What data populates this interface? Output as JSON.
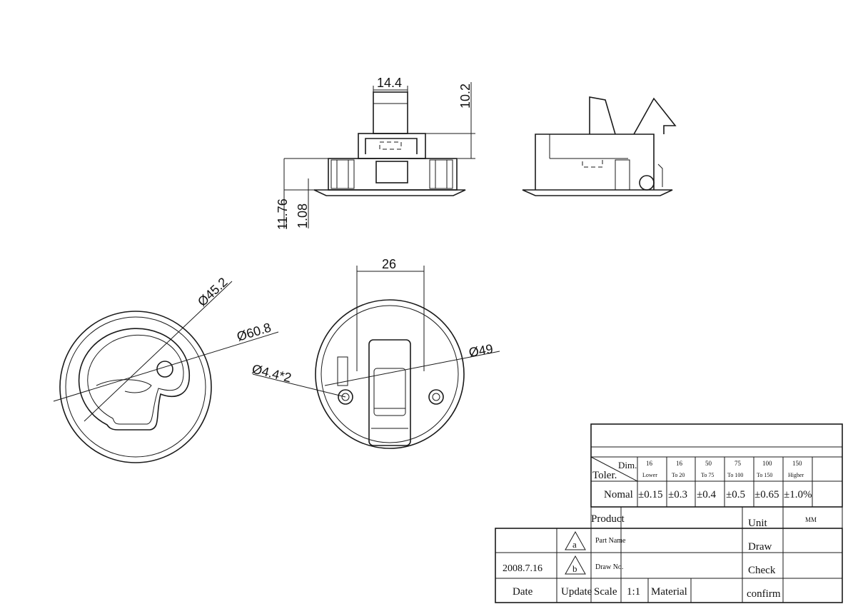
{
  "dimensions": {
    "top_width": "14.4",
    "top_height": "10.2",
    "total_height": "11.76",
    "flange_thickness": "1.08",
    "outer_width": "26",
    "inner_diameter": "Ø45.2",
    "outer_diameter": "Ø60.8",
    "hole_circle": "Ø49",
    "hole_spec": "Ø4.4*2"
  },
  "title_block": {
    "toler_label": "Toler.",
    "dim_label": "Dim.",
    "ranges": [
      {
        "top": "16",
        "bottom": "Lower"
      },
      {
        "top": "16",
        "bottom": "To 20"
      },
      {
        "top": "50",
        "bottom": "To 75"
      },
      {
        "top": "75",
        "bottom": "To 100"
      },
      {
        "top": "100",
        "bottom": "To 150"
      },
      {
        "top": "150",
        "bottom": "Higher"
      }
    ],
    "normal_label": "Nomal",
    "tolerances": [
      "±0.15",
      "±0.3",
      "±0.4",
      "±0.5",
      "±0.65",
      "±1.0%"
    ],
    "product_label": "Product",
    "unit_label": "Unit",
    "unit_value": "MM",
    "part_name_label": "Part Name",
    "draw_label": "Draw",
    "draw_no_label": "Draw No.",
    "check_label": "Check",
    "rev_a": "a",
    "rev_b": "b",
    "date_value": "2008.7.16",
    "date_label": "Date",
    "update_label": "Update",
    "scale_label": "Scale",
    "scale_value": "1:1",
    "material_label": "Material",
    "confirm_label": "confirm"
  }
}
